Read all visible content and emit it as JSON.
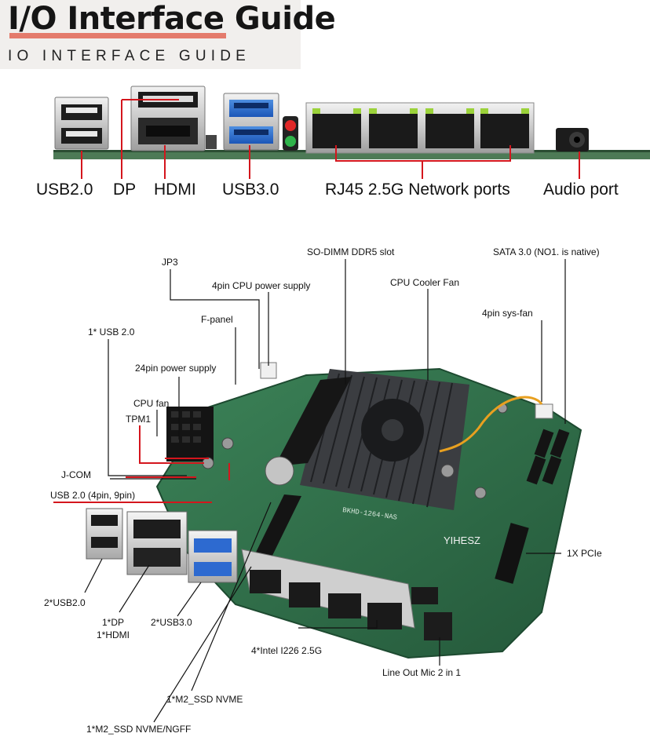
{
  "header": {
    "title": "I/O Interface Guide",
    "subtitle": "IO INTERFACE GUIDE"
  },
  "io_panel": {
    "labels": {
      "usb2": "USB2.0",
      "dp": "DP",
      "hdmi": "HDMI",
      "usb3": "USB3.0",
      "rj45": "RJ45 2.5G Network ports",
      "audio": "Audio port"
    }
  },
  "board": {
    "brand": "YIHESZ",
    "model": "BKHD-1264-NAS",
    "labels": {
      "so_dimm": "SO-DIMM DDR5 slot",
      "sata": "SATA 3.0 (NO1. is native)",
      "jp3": "JP3",
      "cpu_power": "4pin CPU power supply",
      "cpu_cooler": "CPU Cooler Fan",
      "sys_fan": "4pin sys-fan",
      "f_panel": "F-panel",
      "usb2_single": "1* USB 2.0",
      "power_24pin": "24pin power supply",
      "cpu_fan": "CPU fan",
      "tpm": "TPM1",
      "jcom": "J-COM",
      "usb2_header": "USB 2.0 (4pin, 9pin)",
      "pcie": "1X PCIe",
      "usb2_double": "2*USB2.0",
      "dp_hdmi_1": "1*DP",
      "dp_hdmi_2": "1*HDMI",
      "usb3_double": "2*USB3.0",
      "intel_lan": "4*Intel I226 2.5G",
      "line_out": "Line Out Mic 2 in 1",
      "m2_nvme": "1*M2_SSD NVME",
      "m2_ngff": "1*M2_SSD NVME/NGFF"
    }
  },
  "colors": {
    "accent": "#e47b6c",
    "callout_red": "#d4161d",
    "pcb_green": "#2d6a46",
    "heatsink": "#3b3d41"
  }
}
